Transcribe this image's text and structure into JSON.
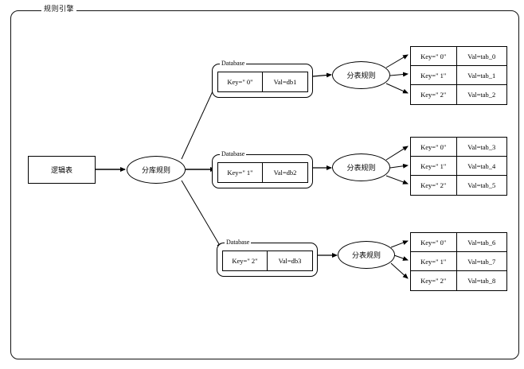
{
  "frame": {
    "label": "规则引擎"
  },
  "logic_table": {
    "label": "逻辑表"
  },
  "db_rule": {
    "label": "分库规则"
  },
  "databases": [
    {
      "group_label": "Database",
      "key": "Key=\" 0\"",
      "val": "Val=db1",
      "table_rule_label": "分表规则",
      "tables": [
        {
          "key": "Key=\" 0\"",
          "val": "Val=tab_0"
        },
        {
          "key": "Key=\" 1\"",
          "val": "Val=tab_1"
        },
        {
          "key": "Key=\" 2\"",
          "val": "Val=tab_2"
        }
      ]
    },
    {
      "group_label": "Database",
      "key": "Key=\" 1\"",
      "val": "Val=db2",
      "table_rule_label": "分表规则",
      "tables": [
        {
          "key": "Key=\" 0\"",
          "val": "Val=tab_3"
        },
        {
          "key": "Key=\" 1\"",
          "val": "Val=tab_4"
        },
        {
          "key": "Key=\" 2\"",
          "val": "Val=tab_5"
        }
      ]
    },
    {
      "group_label": "Database",
      "key": "Key=\" 2\"",
      "val": "Val=db3",
      "table_rule_label": "分表规则",
      "tables": [
        {
          "key": "Key=\" 0\"",
          "val": "Val=tab_6"
        },
        {
          "key": "Key=\" 1\"",
          "val": "Val=tab_7"
        },
        {
          "key": "Key=\" 2\"",
          "val": "Val=tab_8"
        }
      ]
    }
  ],
  "colors": {
    "stroke": "#000000",
    "background": "#ffffff"
  }
}
